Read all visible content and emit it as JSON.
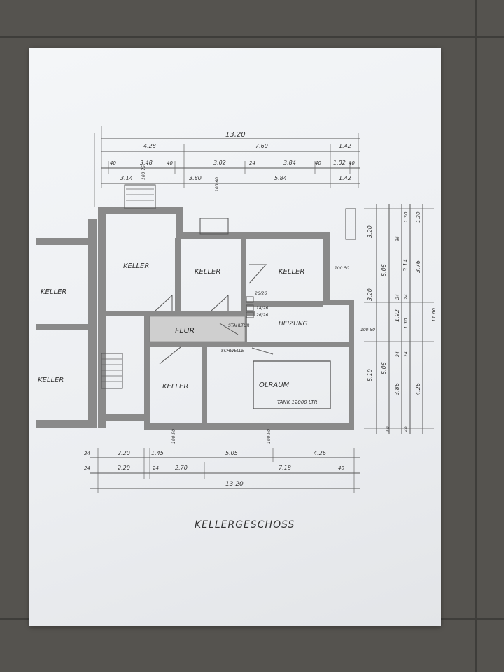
{
  "title": "KELLERGESCHOSS",
  "rooms": {
    "keller_1": "KELLER",
    "keller_2": "KELLER",
    "keller_3": "KELLER",
    "keller_4": "KELLER",
    "keller_left_1": "KELLER",
    "keller_left_2": "KELLER",
    "flur": "FLUR",
    "heizung": "HEIZUNG",
    "oelraum": "ÖLRAUM",
    "tank": "TANK 12000 LTR"
  },
  "annotations": {
    "stahltur": "STAHLTÜR",
    "schwelle": "SCHWELLE",
    "chimney_a": "26/26",
    "chimney_b": "14/26",
    "chimney_c": "26/26"
  },
  "dims_top": {
    "total": "13,20",
    "r1": [
      "4.28",
      "7.60",
      "1.42"
    ],
    "r2": [
      "40",
      "3.48",
      "40",
      "3.02",
      "24",
      "3.84",
      "40",
      "1.02",
      "40"
    ],
    "r3": [
      "3.14",
      "3.80",
      "5.84",
      "1.42"
    ],
    "small": [
      "100 75",
      "100 60"
    ]
  },
  "dims_bottom": {
    "r1": [
      "24",
      "2.20",
      "1.45",
      "5.05",
      "4.26"
    ],
    "r2": [
      "24",
      "2.20",
      "24",
      "2.70",
      "7.18",
      "40"
    ],
    "total": "13.20",
    "window": [
      "100 50",
      "100 50"
    ]
  },
  "dims_right": {
    "c1": [
      "3.20",
      "3.20",
      "5.10"
    ],
    "c2": [
      "5.06",
      "5.06"
    ],
    "c3": [
      "36",
      "24",
      "1.92",
      "24",
      "3.86",
      "50"
    ],
    "c4": [
      "1.30",
      "3.14",
      "24",
      "1.30",
      "24",
      "4.26",
      "40"
    ],
    "c5": [
      "1.30",
      "3.76"
    ],
    "overall": "11.60",
    "window": [
      "100 50",
      "100 50"
    ]
  }
}
